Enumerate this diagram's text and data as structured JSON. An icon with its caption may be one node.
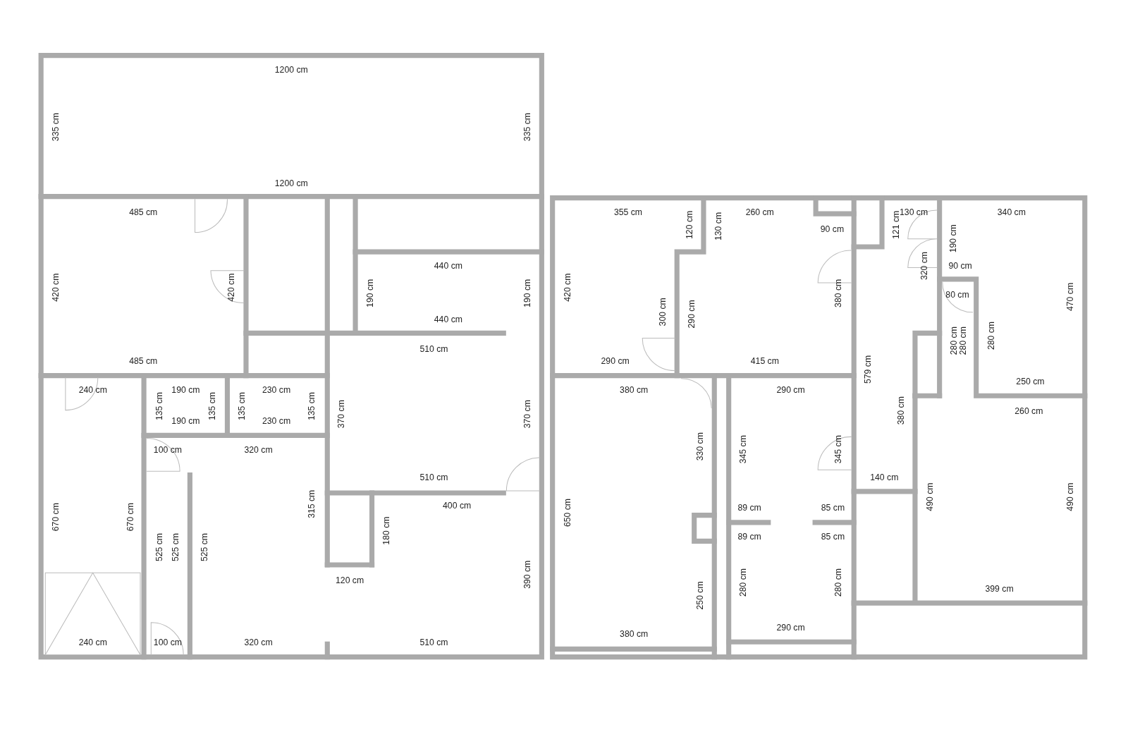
{
  "diagram": {
    "labels": [
      "1200 cm",
      "335 cm",
      "335 cm",
      "1200 cm",
      "485 cm",
      "420 cm",
      "420 cm",
      "440 cm",
      "190 cm",
      "190 cm",
      "440 cm",
      "510 cm",
      "485 cm",
      "240 cm",
      "190 cm",
      "135 cm",
      "135 cm",
      "135 cm",
      "230 cm",
      "135 cm",
      "370 cm",
      "370 cm",
      "190 cm",
      "230 cm",
      "100 cm",
      "320 cm",
      "510 cm",
      "315 cm",
      "400 cm",
      "670 cm",
      "670 cm",
      "180 cm",
      "525 cm",
      "525 cm",
      "525 cm",
      "390 cm",
      "120 cm",
      "240 cm",
      "100 cm",
      "320 cm",
      "510 cm",
      "355 cm",
      "120 cm",
      "130 cm",
      "260 cm",
      "90 cm",
      "121 cm",
      "130 cm",
      "340 cm",
      "190 cm",
      "90 cm",
      "320 cm",
      "420 cm",
      "380 cm",
      "80 cm",
      "470 cm",
      "300 cm",
      "290 cm",
      "280 cm",
      "280 cm",
      "280 cm",
      "290 cm",
      "415 cm",
      "579 cm",
      "250 cm",
      "380 cm",
      "290 cm",
      "260 cm",
      "380 cm",
      "330 cm",
      "345 cm",
      "345 cm",
      "140 cm",
      "490 cm",
      "490 cm",
      "650 cm",
      "89 cm",
      "85 cm",
      "89 cm",
      "85 cm",
      "280 cm",
      "280 cm",
      "250 cm",
      "399 cm",
      "380 cm",
      "290 cm"
    ]
  }
}
